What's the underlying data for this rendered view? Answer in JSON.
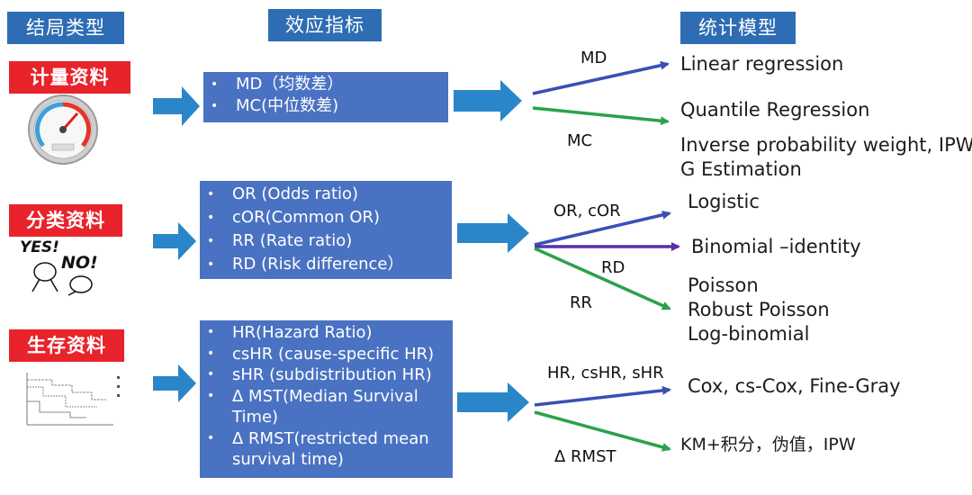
{
  "headers": {
    "outcome_type": "结局类型",
    "effect_index": "效应指标",
    "stat_model": "统计模型"
  },
  "rows": {
    "continuous": {
      "label": "计量资料",
      "effects": [
        "MD（均数差）",
        "MC(中位数差)"
      ],
      "edge_labels": [
        "MD",
        "MC"
      ],
      "models": [
        "Linear regression",
        "Quantile Regression",
        "Inverse probability weight, IPW",
        "G Estimation"
      ]
    },
    "categorical": {
      "label": "分类资料",
      "effects": [
        "OR (Odds ratio)",
        "cOR(Common OR)",
        "RR (Rate ratio)",
        "RD (Risk difference）"
      ],
      "edge_labels": [
        "OR, cOR",
        "RD",
        "RR"
      ],
      "models": [
        "Logistic",
        "Binomial –identity",
        "Poisson",
        "Robust Poisson",
        "Log-binomial"
      ]
    },
    "survival": {
      "label": "生存资料",
      "effects": [
        "HR(Hazard Ratio)",
        "csHR (cause-specific HR)",
        "sHR (subdistribution HR)",
        "Δ MST(Median Survival Time)",
        "Δ RMST(restricted mean survival time)"
      ],
      "edge_labels": [
        "HR, csHR, sHR",
        "Δ RMST"
      ],
      "models": [
        "Cox, cs-Cox, Fine-Gray",
        "KM+积分，伪值，IPW"
      ]
    }
  },
  "images": {
    "gauge": "speedometer-gauge-image",
    "yes_no": "yes-no-cartoon-image",
    "km_plot": "survival-curve-thumbnail-image"
  },
  "colors": {
    "header_bg": "#2e6db4",
    "label_bg": "#e8232b",
    "box_bg": "#4a72c2",
    "arrow_blue": "#2b86c9",
    "edge_blue": "#3a4fb5",
    "edge_green": "#2aa24a",
    "edge_purple": "#5a2fa8"
  }
}
